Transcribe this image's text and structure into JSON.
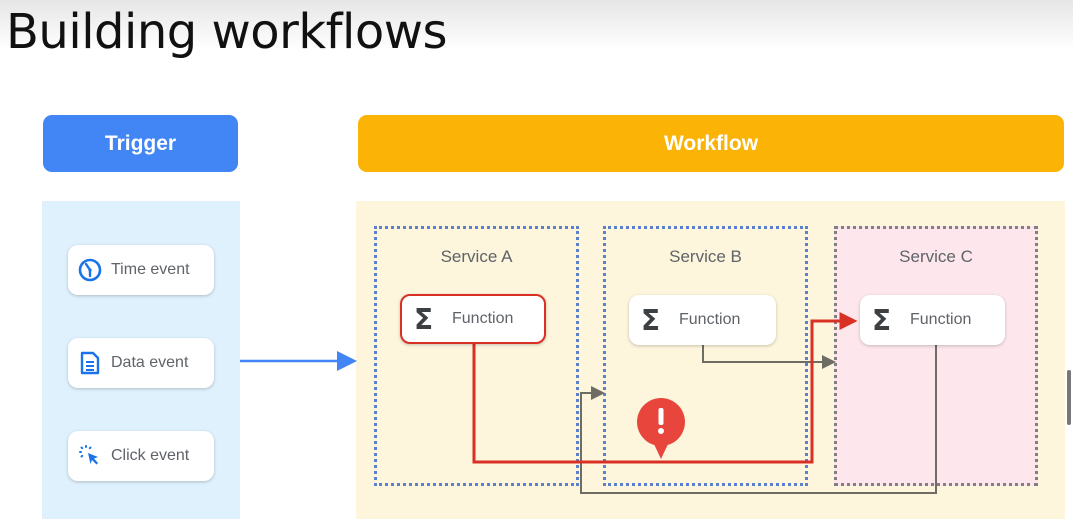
{
  "title": "Building workflows",
  "headers": {
    "trigger": "Trigger",
    "workflow": "Workflow"
  },
  "events": [
    {
      "label": "Time event",
      "icon": "clock-icon"
    },
    {
      "label": "Data event",
      "icon": "document-icon"
    },
    {
      "label": "Click event",
      "icon": "click-icon"
    }
  ],
  "services": [
    {
      "title": "Service A",
      "function_label": "Function",
      "icon": "sigma-icon",
      "state": "error-source"
    },
    {
      "title": "Service B",
      "function_label": "Function",
      "icon": "sigma-icon",
      "state": "normal"
    },
    {
      "title": "Service C",
      "function_label": "Function",
      "icon": "sigma-icon",
      "state": "target"
    }
  ],
  "error_marker": {
    "symbol": "!",
    "icon": "alert-icon"
  },
  "colors": {
    "trigger_blue": "#4285f4",
    "workflow_yellow": "#fbb305",
    "error_red": "#d93025",
    "flow_gray": "#6d6d64",
    "trigger_bg": "#dff1fd",
    "workflow_bg": "#fdf5dc",
    "service_c_bg": "#fde7ec"
  }
}
